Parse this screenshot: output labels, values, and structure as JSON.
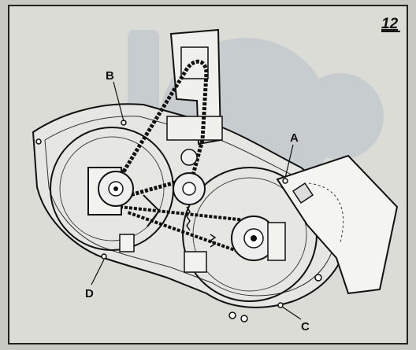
{
  "figure": {
    "number": "12",
    "labels": {
      "a": "A",
      "b": "B",
      "c": "C",
      "d": "D"
    }
  }
}
